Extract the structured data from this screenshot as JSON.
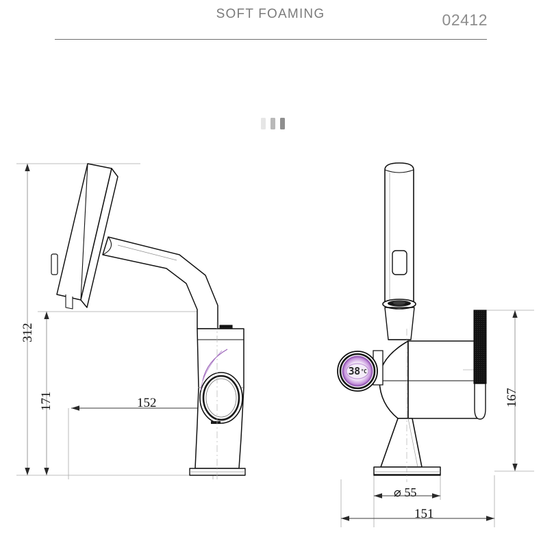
{
  "header": {
    "title": "SOFT FOAMING",
    "code": "02412"
  },
  "swatches": {
    "label": "finish-swatch-strip",
    "colors": [
      "#e6e6e6",
      "#b9b9b9",
      "#8f8f8f"
    ]
  },
  "views": [
    {
      "id": "side-view",
      "name": "Side elevation — pull-down sprayer head tilted forward",
      "label": ""
    },
    {
      "id": "front-view",
      "name": "Front elevation — sprayer head upright with handle",
      "label": ""
    }
  ],
  "dimensions": {
    "overall_height": {
      "value": "312",
      "unit": "mm",
      "orientation": "vertical",
      "view": "side-view"
    },
    "spout_height": {
      "value": "171",
      "unit": "mm",
      "orientation": "vertical",
      "view": "side-view"
    },
    "spout_reach": {
      "value": "152",
      "unit": "mm",
      "orientation": "horizontal",
      "view": "side-view"
    },
    "body_height": {
      "value": "167",
      "unit": "mm",
      "orientation": "vertical",
      "view": "front-view"
    },
    "base_diameter": {
      "symbol": "⌀",
      "value": "55",
      "unit": "mm",
      "orientation": "horizontal",
      "view": "front-view"
    },
    "overall_width": {
      "value": "151",
      "unit": "mm",
      "orientation": "horizontal",
      "view": "front-view"
    }
  },
  "temperature_display": {
    "value": "38",
    "unit": "°C",
    "ring_color": "#a96fc4",
    "ring_glow": "#e6d4ef",
    "digit_color": "#2b2b2b"
  },
  "colors": {
    "outline": "#1a1a1a",
    "dimension_line": "#3a3a3a",
    "center_line": "#a8a8a8",
    "extension_line": "#9a9a9a",
    "handle_fill": "#141414",
    "accent_purple": "#9a60b8",
    "header_text": "#7b7b7b",
    "rule": "#6e6e6e",
    "background": "#ffffff"
  }
}
